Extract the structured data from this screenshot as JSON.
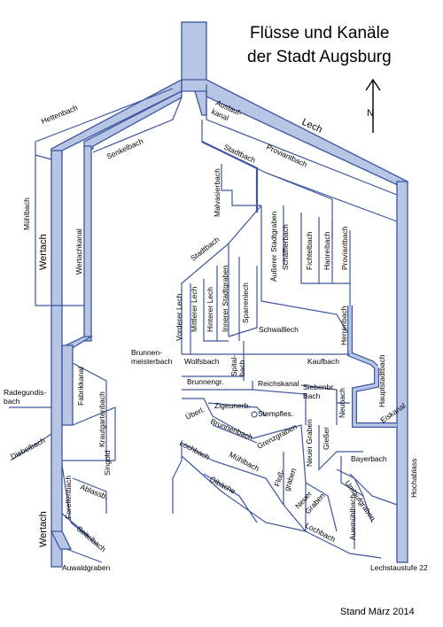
{
  "title_line1": "Flüsse und Kanäle",
  "title_line2": "der Stadt Augsburg",
  "status": "Stand März 2014",
  "north_arrow": "N",
  "colors": {
    "water_fill": "#b8c6e6",
    "water_stroke": "#3c56a0",
    "text": "#000000"
  },
  "labels": {
    "lech": "Lech",
    "wertach_top": "Wertach",
    "wertach_bottom": "Wertach",
    "hettenbach": "Hettenbach",
    "muehlbach_left": "Mühlbach",
    "wertachkanal": "Wertachkanal",
    "senkelbach": "Senkelbach",
    "auslaufkanal_1": "Auslauf-",
    "auslaufkanal_2": "kanal",
    "stadtbach_top": "Stadtbach",
    "proviantbach_top": "Proviantbach",
    "malvasierbach": "Malvasierbach",
    "stadtbach_mid": "Stadtbach",
    "aeusserer_stadtgraben": "Äußerer Stadtgraben",
    "schaefflerbach": "Schäfflerbach",
    "fichtelbach": "Fichtelbach",
    "hanreibach": "Hanreibach",
    "proviantbach_right": "Proviantbach",
    "vorderer_lech": "Vorderer Lech",
    "mittlerer_lech": "Mittlerer Lech",
    "hinterer_lech": "Hinterer Lech",
    "innerer_stadtgraben": "Innerer Stadtgraben",
    "sparrenlech": "Sparrenlech",
    "schwallech": "Schwalllech",
    "herrenbach": "Herrenbach",
    "brunnenmeisterbach_1": "Brunnen-",
    "brunnenmeisterbach_2": "meisterbach",
    "wolfsbach": "Wolfsbach",
    "spitalbach_1": "Spital-",
    "spitalbach_2": "bach",
    "kaufbach": "Kaufbach",
    "hauptstadtbach": "Hauptstadtbach",
    "brunnengr": "Brunnengr.",
    "reichskanal": "Reichskanal",
    "siebenbr_1": "Siebenbr.",
    "siebenbr_2": "Bach",
    "neubach": "Neubach",
    "radegundisbach_1": "Radegundis-",
    "radegundisbach_2": "bach",
    "fabrikkanal": "Fabrikkanal",
    "krautgartenbach": "Krautgartenbach",
    "zigeunerb": "Zigeunerb.",
    "uberl": "Überl.",
    "stempfles": "Stempfles.",
    "brunnenbach": "Brunnenbach",
    "grenzgraben": "Grenzgraben",
    "eiskanal": "Eiskanal",
    "diebelbach": "Diebelbach",
    "singold": "Singold",
    "lochbach_mid": "Lochbach",
    "muehlbach_mid": "Mühlbach",
    "flossgraben_1": "Floß-",
    "flossgraben_2": "graben",
    "neuer_graben_top": "Neuer Graben",
    "giesser": "Gießer",
    "bayerbach": "Bayerbach",
    "hochablass": "Hochablass",
    "forellenbach": "Forellenbach",
    "ablassb": "Ablassb.",
    "oelbaeche": "Ölbäche",
    "umlaufgraben": "Umlaufgraben",
    "neuer_graben_bottom_1": "Neuer",
    "neuer_graben_bottom_2": "Graben",
    "seitelbach": "Seitelbach",
    "lochbach_bottom": "Lochbach",
    "auemuehlbach": "Auemühlbach",
    "auwaldgraben": "Auwaldgraben",
    "lechstaustufe": "Lechstaustufe 22"
  }
}
